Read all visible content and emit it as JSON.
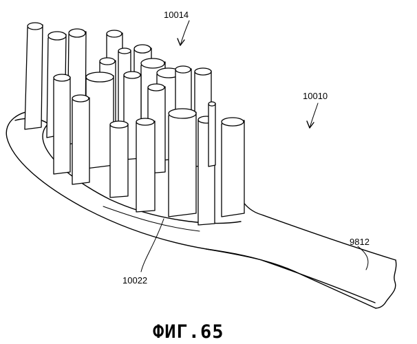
{
  "figure": {
    "caption": "ФИГ.65",
    "labels": {
      "bristle_field": "10014",
      "toothbrush": "10010",
      "head_base": "10022",
      "handle": "9812"
    }
  }
}
